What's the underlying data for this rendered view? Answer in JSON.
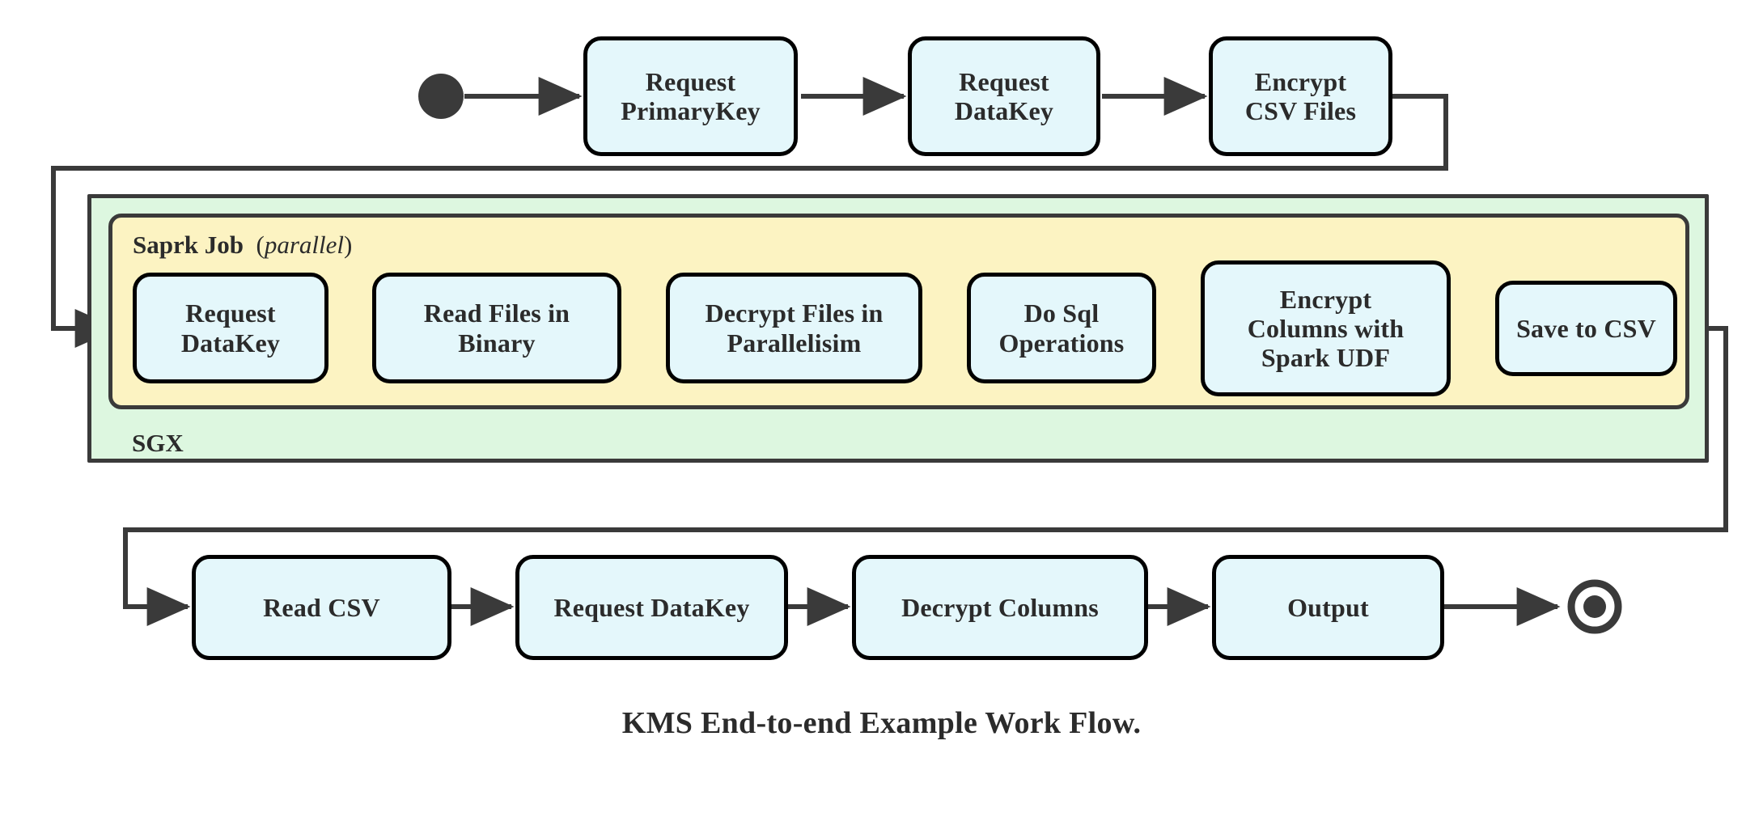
{
  "caption": "KMS End-to-end Example Work Flow.",
  "colors": {
    "node_fill": "#e4f7fb",
    "node_border": "#000000",
    "sgx_fill": "#ddf7e0",
    "spark_fill": "#fcf3c2",
    "group_border": "#3a3a3a",
    "edge": "#3a3a3a",
    "text": "#2b2b2b",
    "background": "#ffffff"
  },
  "groups": {
    "sgx": {
      "label": "SGX"
    },
    "spark": {
      "label_bold": "Saprk Job",
      "label_paren_open": "(",
      "label_italic": "parallel",
      "label_paren_close": ")"
    }
  },
  "markers": {
    "start_node": "start-node-filled-circle",
    "end_node": "end-node-ring-circle"
  },
  "rows": {
    "top": [
      {
        "id": "request-primarykey",
        "label": "Request\nPrimaryKey"
      },
      {
        "id": "request-datakey-top",
        "label": "Request\nDataKey"
      },
      {
        "id": "encrypt-csv-files",
        "label": "Encrypt\nCSV Files"
      }
    ],
    "middle": [
      {
        "id": "request-datakey-spark",
        "label": "Request\nDataKey"
      },
      {
        "id": "read-files-in-binary",
        "label": "Read Files in\nBinary"
      },
      {
        "id": "decrypt-files-in-parallelisim",
        "label": "Decrypt Files in\nParallelisim"
      },
      {
        "id": "do-sql-operations",
        "label": "Do Sql\nOperations"
      },
      {
        "id": "encrypt-columns-with-spark-udf",
        "label": "Encrypt\nColumns with\nSpark UDF"
      },
      {
        "id": "save-to-csv",
        "label": "Save to CSV"
      }
    ],
    "bottom": [
      {
        "id": "read-csv",
        "label": "Read CSV"
      },
      {
        "id": "request-datakey-bottom",
        "label": "Request DataKey"
      },
      {
        "id": "decrypt-columns",
        "label": "Decrypt Columns"
      },
      {
        "id": "output",
        "label": "Output"
      }
    ]
  }
}
